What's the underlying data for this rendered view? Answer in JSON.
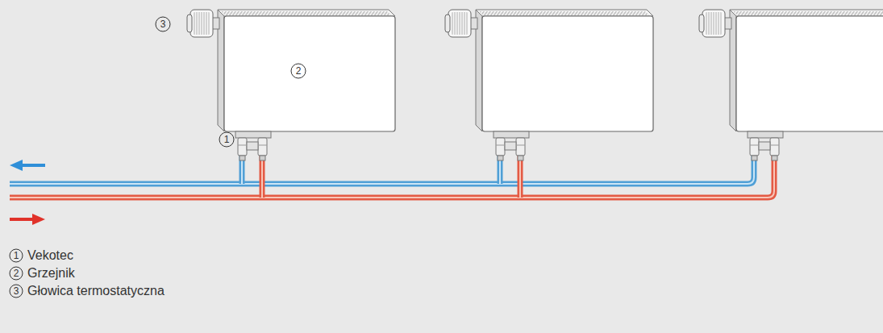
{
  "diagram": {
    "labels": [
      "3",
      "2",
      "1",
      "1",
      "Vekotec",
      "2",
      "Grzejnik",
      "3",
      "Głowica termostatyczna"
    ]
  }
}
